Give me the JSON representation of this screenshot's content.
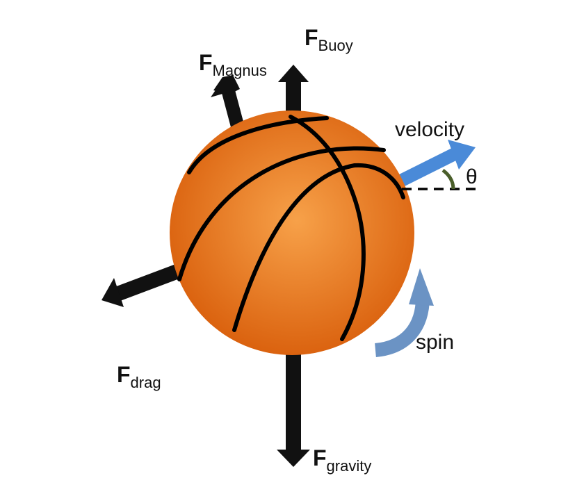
{
  "labels": {
    "buoy": {
      "main": "F",
      "sub": "Buoy"
    },
    "magnus": {
      "main": "F",
      "sub": "Magnus"
    },
    "drag": {
      "main": "F",
      "sub": "drag"
    },
    "gravity": {
      "main": "F",
      "sub": "gravity"
    },
    "velocity": "velocity",
    "theta": "θ",
    "spin": "spin"
  },
  "colors": {
    "ball_center": "#f7a149",
    "ball_edge": "#d95f0c",
    "seam": "#000000",
    "force_arrow": "#111111",
    "velocity_arrow": "#4a8ad8",
    "spin_arrow": "#6b93c4",
    "angle_arc": "#4a5e2a"
  },
  "icons": {
    "ball": "basketball-icon",
    "force": "force-arrow-icon",
    "velocity": "velocity-arrow-icon",
    "spin": "curved-spin-arrow-icon"
  }
}
